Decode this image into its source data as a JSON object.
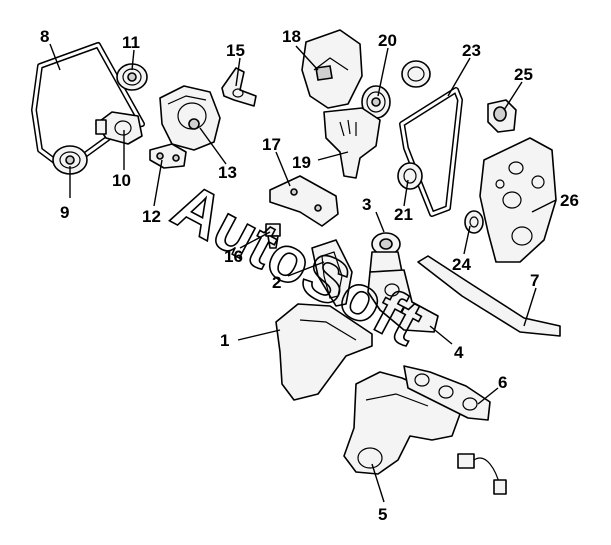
{
  "diagram": {
    "watermark": "AutoSoft",
    "callouts": [
      "1",
      "2",
      "3",
      "4",
      "5",
      "6",
      "7",
      "8",
      "9",
      "10",
      "11",
      "12",
      "13",
      "15",
      "16",
      "17",
      "18",
      "19",
      "20",
      "21",
      "23",
      "24",
      "25",
      "26"
    ]
  }
}
